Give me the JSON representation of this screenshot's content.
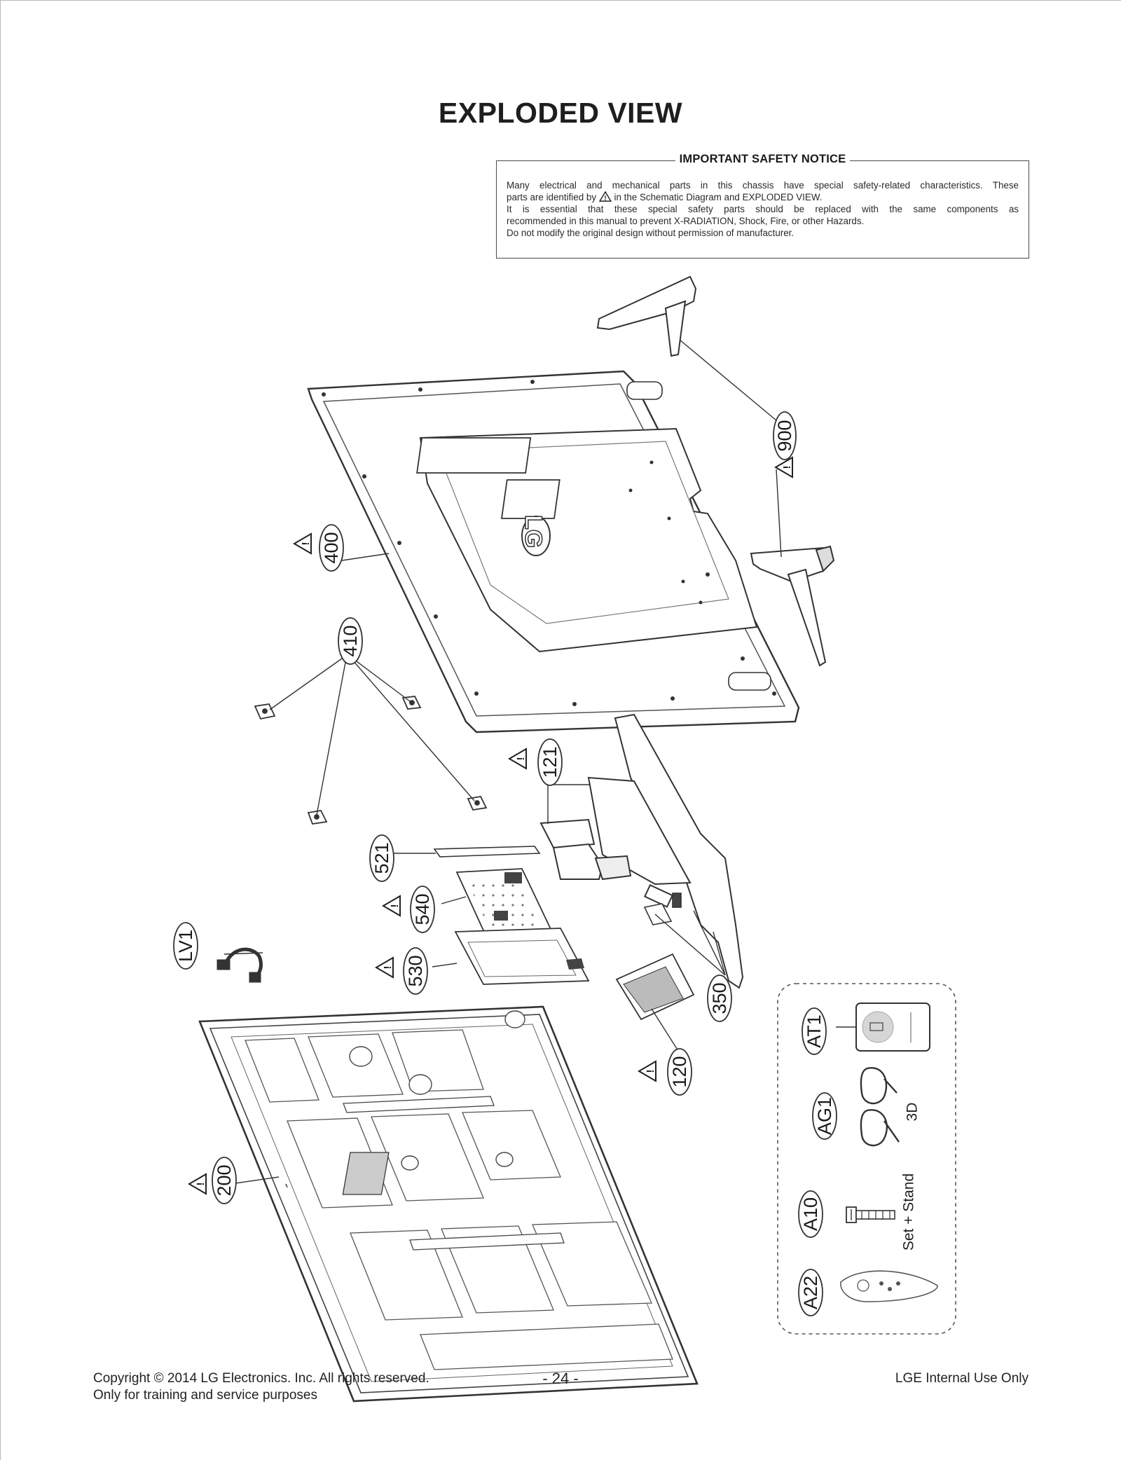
{
  "page_title": "EXPLODED VIEW",
  "safety_notice": {
    "heading": "IMPORTANT SAFETY NOTICE",
    "line1": "Many electrical and mechanical parts in this chassis have special safety-related characteristics. These",
    "line2_pre": "parts are identified by",
    "line2_post": "in the Schematic Diagram and EXPLODED VIEW.",
    "line3": "It is essential that these special safety parts should be replaced with the same components as",
    "line4": "recommended in this manual to prevent X-RADIATION, Shock, Fire, or other Hazards.",
    "line5": "Do not modify the original design without permission of manufacturer."
  },
  "callouts": {
    "p900": "900",
    "p400": "400",
    "p410": "410",
    "p121": "121",
    "p521": "521",
    "p540": "540",
    "LV1": "LV1",
    "p530": "530",
    "p350": "350",
    "p120": "120",
    "p200": "200",
    "AT1": "AT1",
    "AG1": "AG1",
    "A10": "A10",
    "A22": "A22"
  },
  "accessory_labels": {
    "glasses": "3D",
    "screw": "Set + Stand"
  },
  "back_cover_logo": "LG",
  "footer": {
    "copyright": "Copyright  © 2014 LG Electronics. Inc. All rights reserved.",
    "purpose": "Only for training and service purposes",
    "page_number": "- 24 -",
    "internal": "LGE Internal Use Only"
  }
}
